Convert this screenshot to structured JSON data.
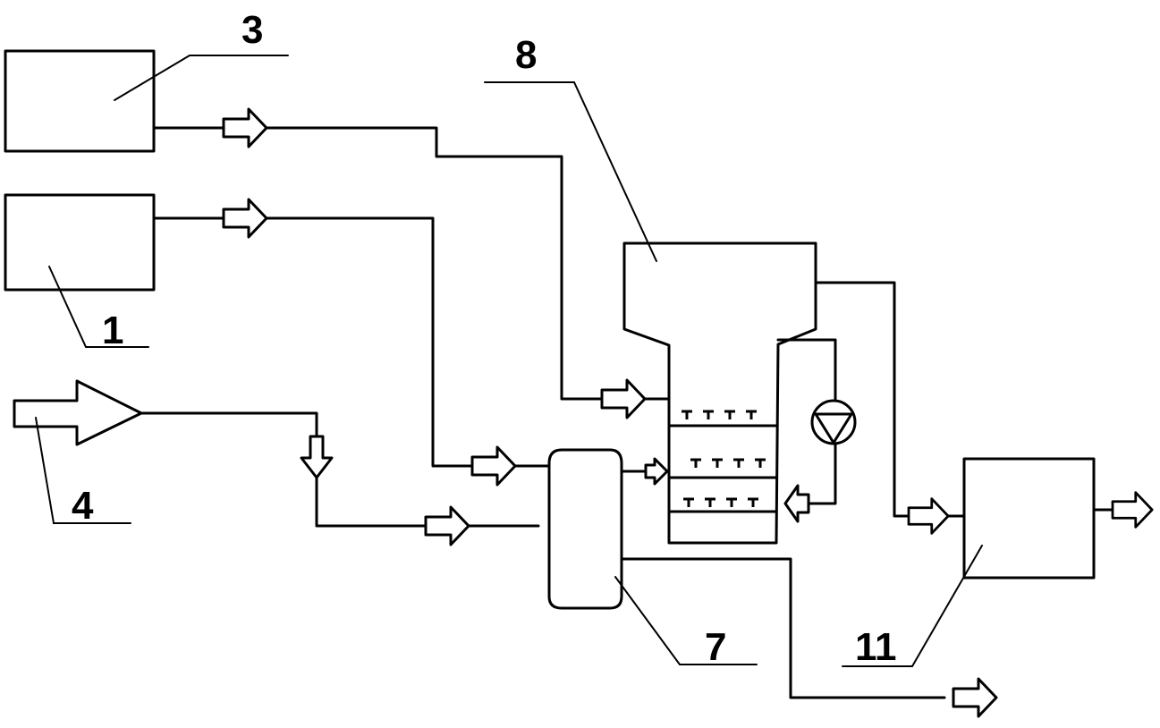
{
  "labels": {
    "unit_1": "1",
    "unit_3": "3",
    "unit_4": "4",
    "unit_7": "7",
    "unit_8": "8",
    "unit_11": "11"
  },
  "colors": {
    "stroke": "#000000",
    "background": "#ffffff"
  },
  "icons": [
    "flow-arrow-icon",
    "pump-icon",
    "spray-nozzle-icon"
  ]
}
